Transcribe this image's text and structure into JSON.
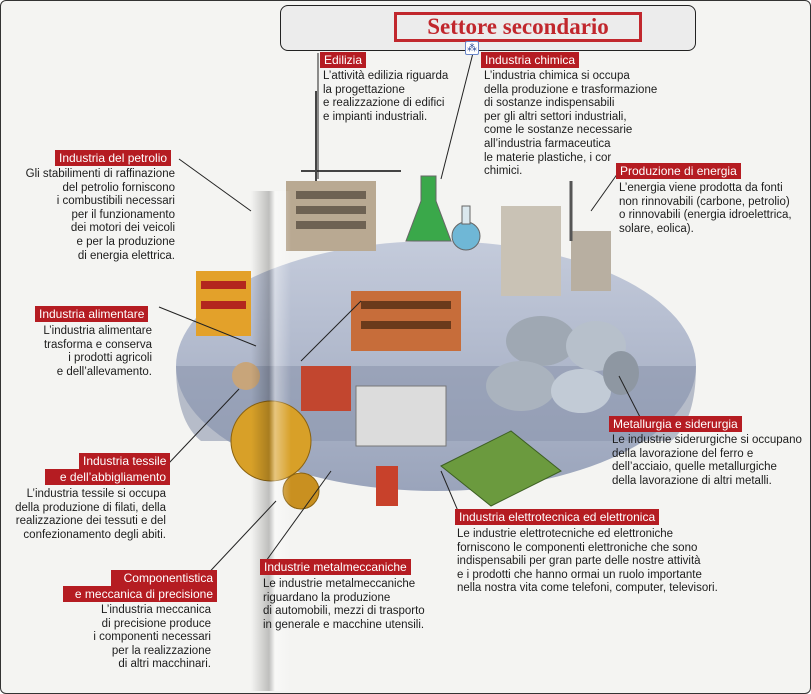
{
  "title": "Settore secondario",
  "handle_icon": "group-icon",
  "sections": {
    "edilizia": {
      "label": "Edilizia",
      "text": "L’attività edilizia riguarda\nla progettazione\ne realizzazione di edifici\ne impianti industriali."
    },
    "chimica": {
      "label": "Industria chimica",
      "text": "L’industria chimica si occupa\ndella produzione e trasformazione\ndi sostanze indispensabili\nper gli altri settori industriali,\ncome le sostanze necessarie\nall’industria farmaceutica\nle materie plastiche, i cor\nchimici."
    },
    "petrolio": {
      "label": "Industria del petrolio",
      "text": "Gli stabilimenti di raffinazione\ndel petrolio forniscono\ni combustibili necessari\nper il funzionamento\ndei motori dei veicoli\ne per la produzione\ndi energia elettrica."
    },
    "energia": {
      "label": "Produzione di energia",
      "text": "L’energia viene prodotta da fonti\nnon rinnovabili (carbone, petrolio)\no rinnovabili (energia idroelettrica,\nsolare, eolica)."
    },
    "alimentare": {
      "label": "Industria alimentare",
      "text": "L’industria alimentare\ntrasforma e conserva\ni prodotti agricoli\ne dell’allevamento."
    },
    "metallurgia": {
      "label": "Metallurgia e siderurgia",
      "text": "Le industrie siderurgiche si occupano\ndella lavorazione del ferro e\ndell’acciaio, quelle metallurgiche\ndella lavorazione di altri metalli."
    },
    "tessile": {
      "label_line1": "Industria tessile",
      "label_line2": "e dell’abbigliamento",
      "text": "L’industria tessile si occupa\ndella produzione di filati, della\nrealizzazione dei tessuti e del\nconfezionamento degli abiti."
    },
    "elettronica": {
      "label": "Industria elettrotecnica ed elettronica",
      "text": "Le industrie elettrotecniche ed elettroniche\nforniscono le componenti elettroniche che sono\nindispensabili per gran parte delle nostre attività\ne i prodotti che hanno ormai un ruolo importante\nnella nostra vita come telefoni, computer, televisori."
    },
    "metalmeccaniche": {
      "label": "Industrie metalmeccaniche",
      "text": "Le industrie metalmeccaniche\nriguardano la produzione\ndi automobili, mezzi di trasporto\nin generale e macchine utensili."
    },
    "componentistica": {
      "label_line1": "Componentistica",
      "label_line2": "e meccanica di precisione",
      "text": "L’industria meccanica\ndi precisione produce\ni componenti necessari\nper la realizzazione\ndi altri macchinari."
    }
  },
  "colors": {
    "label_bg": "#b51c22",
    "title_red": "#c1272d",
    "disc": "#a9b3c9"
  }
}
